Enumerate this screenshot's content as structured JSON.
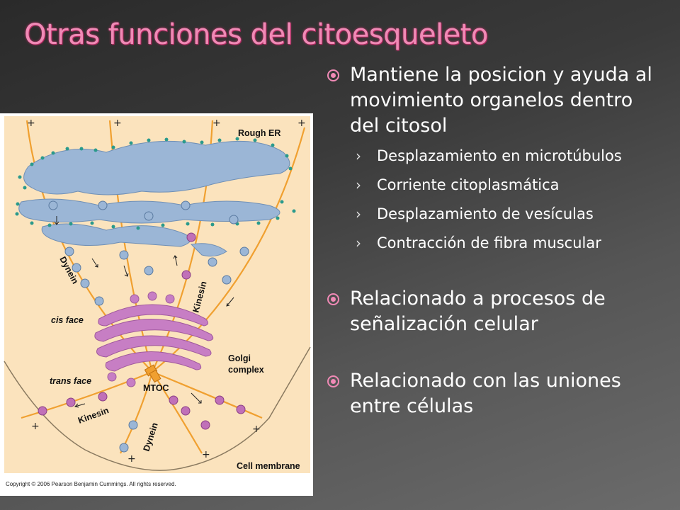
{
  "slide": {
    "title": "Otras funciones del citoesqueleto",
    "bullets": [
      {
        "text": "Mantiene la posicion y ayuda al movimiento organelos dentro del citosol",
        "subitems": [
          "Desplazamiento en microtúbulos",
          "Corriente citoplasmática",
          "Desplazamiento de vesículas",
          "Contracción de fibra muscular"
        ]
      },
      {
        "text": "Relacionado a procesos de señalización celular"
      },
      {
        "text": "Relacionado con las uniones entre células"
      }
    ]
  },
  "figure": {
    "labels": {
      "rough_er": "Rough ER",
      "dynein": "Dynein",
      "kinesin": "Kinesin",
      "cis_face": "cis face",
      "trans_face": "trans face",
      "golgi_1": "Golgi",
      "golgi_2": "complex",
      "mtoc": "MTOC",
      "cell_membrane": "Cell membrane",
      "plus": "+"
    },
    "copyright": "Copyright © 2006 Pearson Benjamin Cummings. All rights reserved."
  },
  "colors": {
    "title": "#f08ab6",
    "cytoplasm": "#fbe3bd",
    "microtubule": "#f0a030",
    "er": "#9bb6d6",
    "ribosome": "#2a9a8c",
    "golgi": "#c77ec4",
    "vesicle_blue": "#9bb6d6",
    "vesicle_purple": "#c070b8"
  }
}
